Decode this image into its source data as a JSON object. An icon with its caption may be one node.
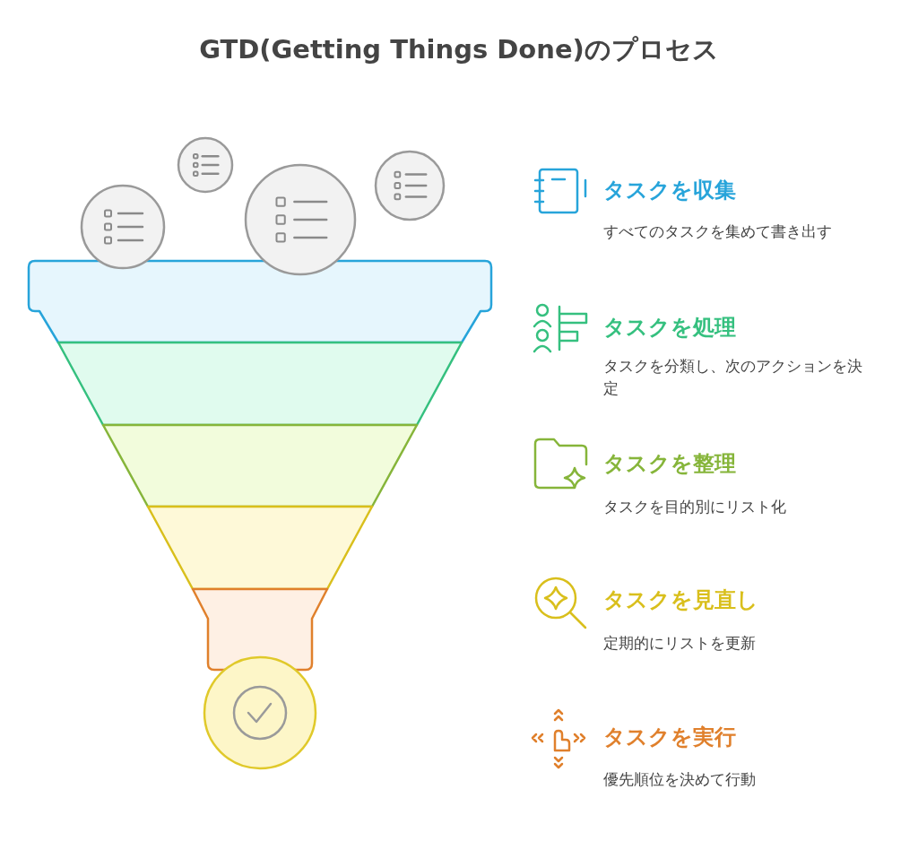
{
  "diagram": {
    "title": "GTD(Getting Things Done)のプロセス",
    "labels": [
      "タスクを収集",
      "すべてのタスクを集めて書き出す",
      "タスクを処理",
      "タスクを分類し、次のアクションを決定",
      "タスクを整理",
      "タスクを目的別にリスト化",
      "タスクを見直し",
      "定期的にリストを更新",
      "タスクを実行",
      "優先順位を決めて行動"
    ]
  }
}
